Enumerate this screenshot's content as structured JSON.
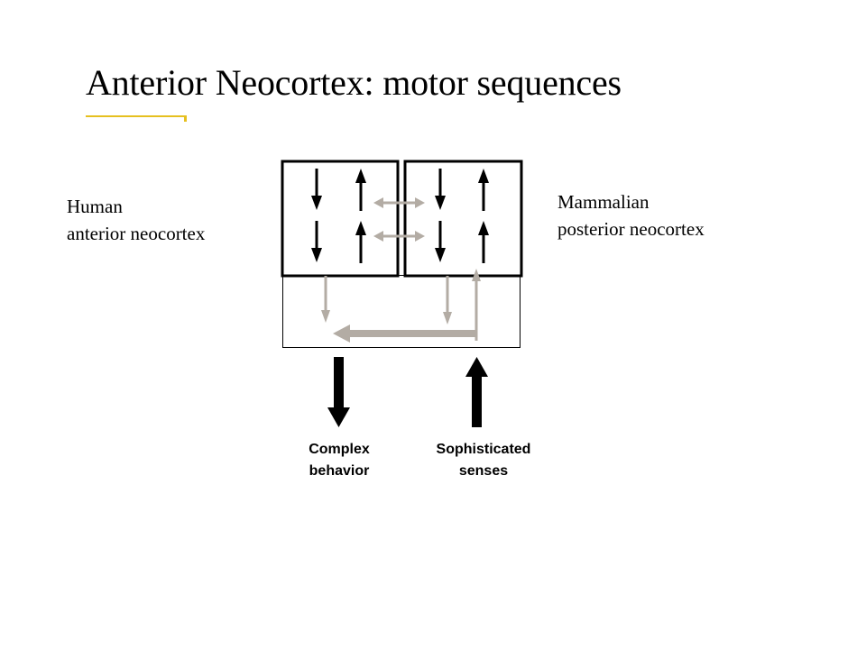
{
  "slide": {
    "title": "Anterior Neocortex: motor sequences",
    "accent_color": "#e6c020"
  },
  "labels": {
    "left": {
      "line1": "Human",
      "line2": "anterior neocortex"
    },
    "right": {
      "line1": "Mammalian",
      "line2": "posterior neocortex"
    }
  },
  "outputs": {
    "behavior": {
      "line1": "Complex",
      "line2": "behavior"
    },
    "senses": {
      "line1": "Sophisticated",
      "line2": "senses"
    }
  },
  "colors": {
    "black_arrow": "#000000",
    "gray_arrow": "#b3aca4",
    "box_border": "#000000"
  }
}
